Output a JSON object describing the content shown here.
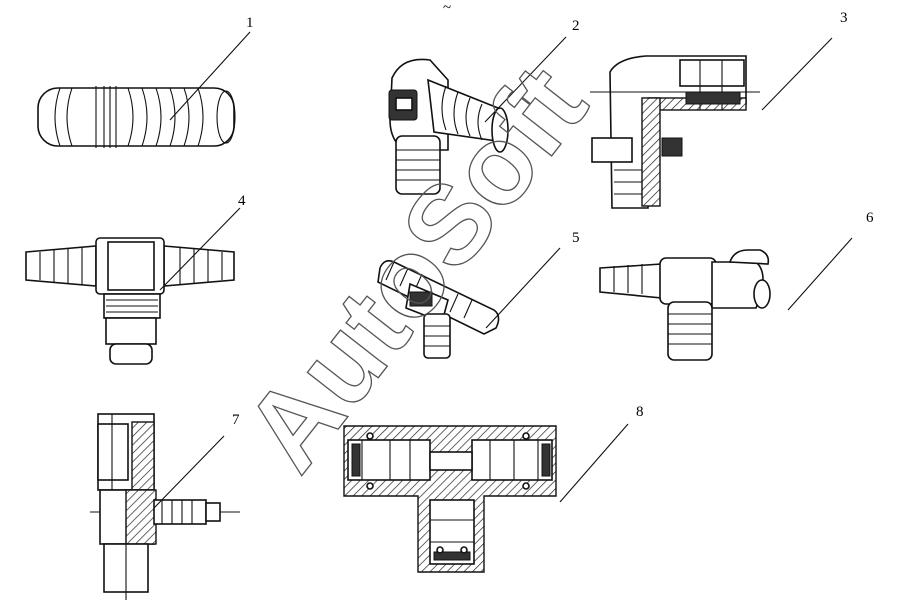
{
  "figure": {
    "top_mark": "~",
    "watermark": "AutoSoft",
    "callouts": [
      "1",
      "2",
      "3",
      "4",
      "5",
      "6",
      "7",
      "8"
    ]
  }
}
